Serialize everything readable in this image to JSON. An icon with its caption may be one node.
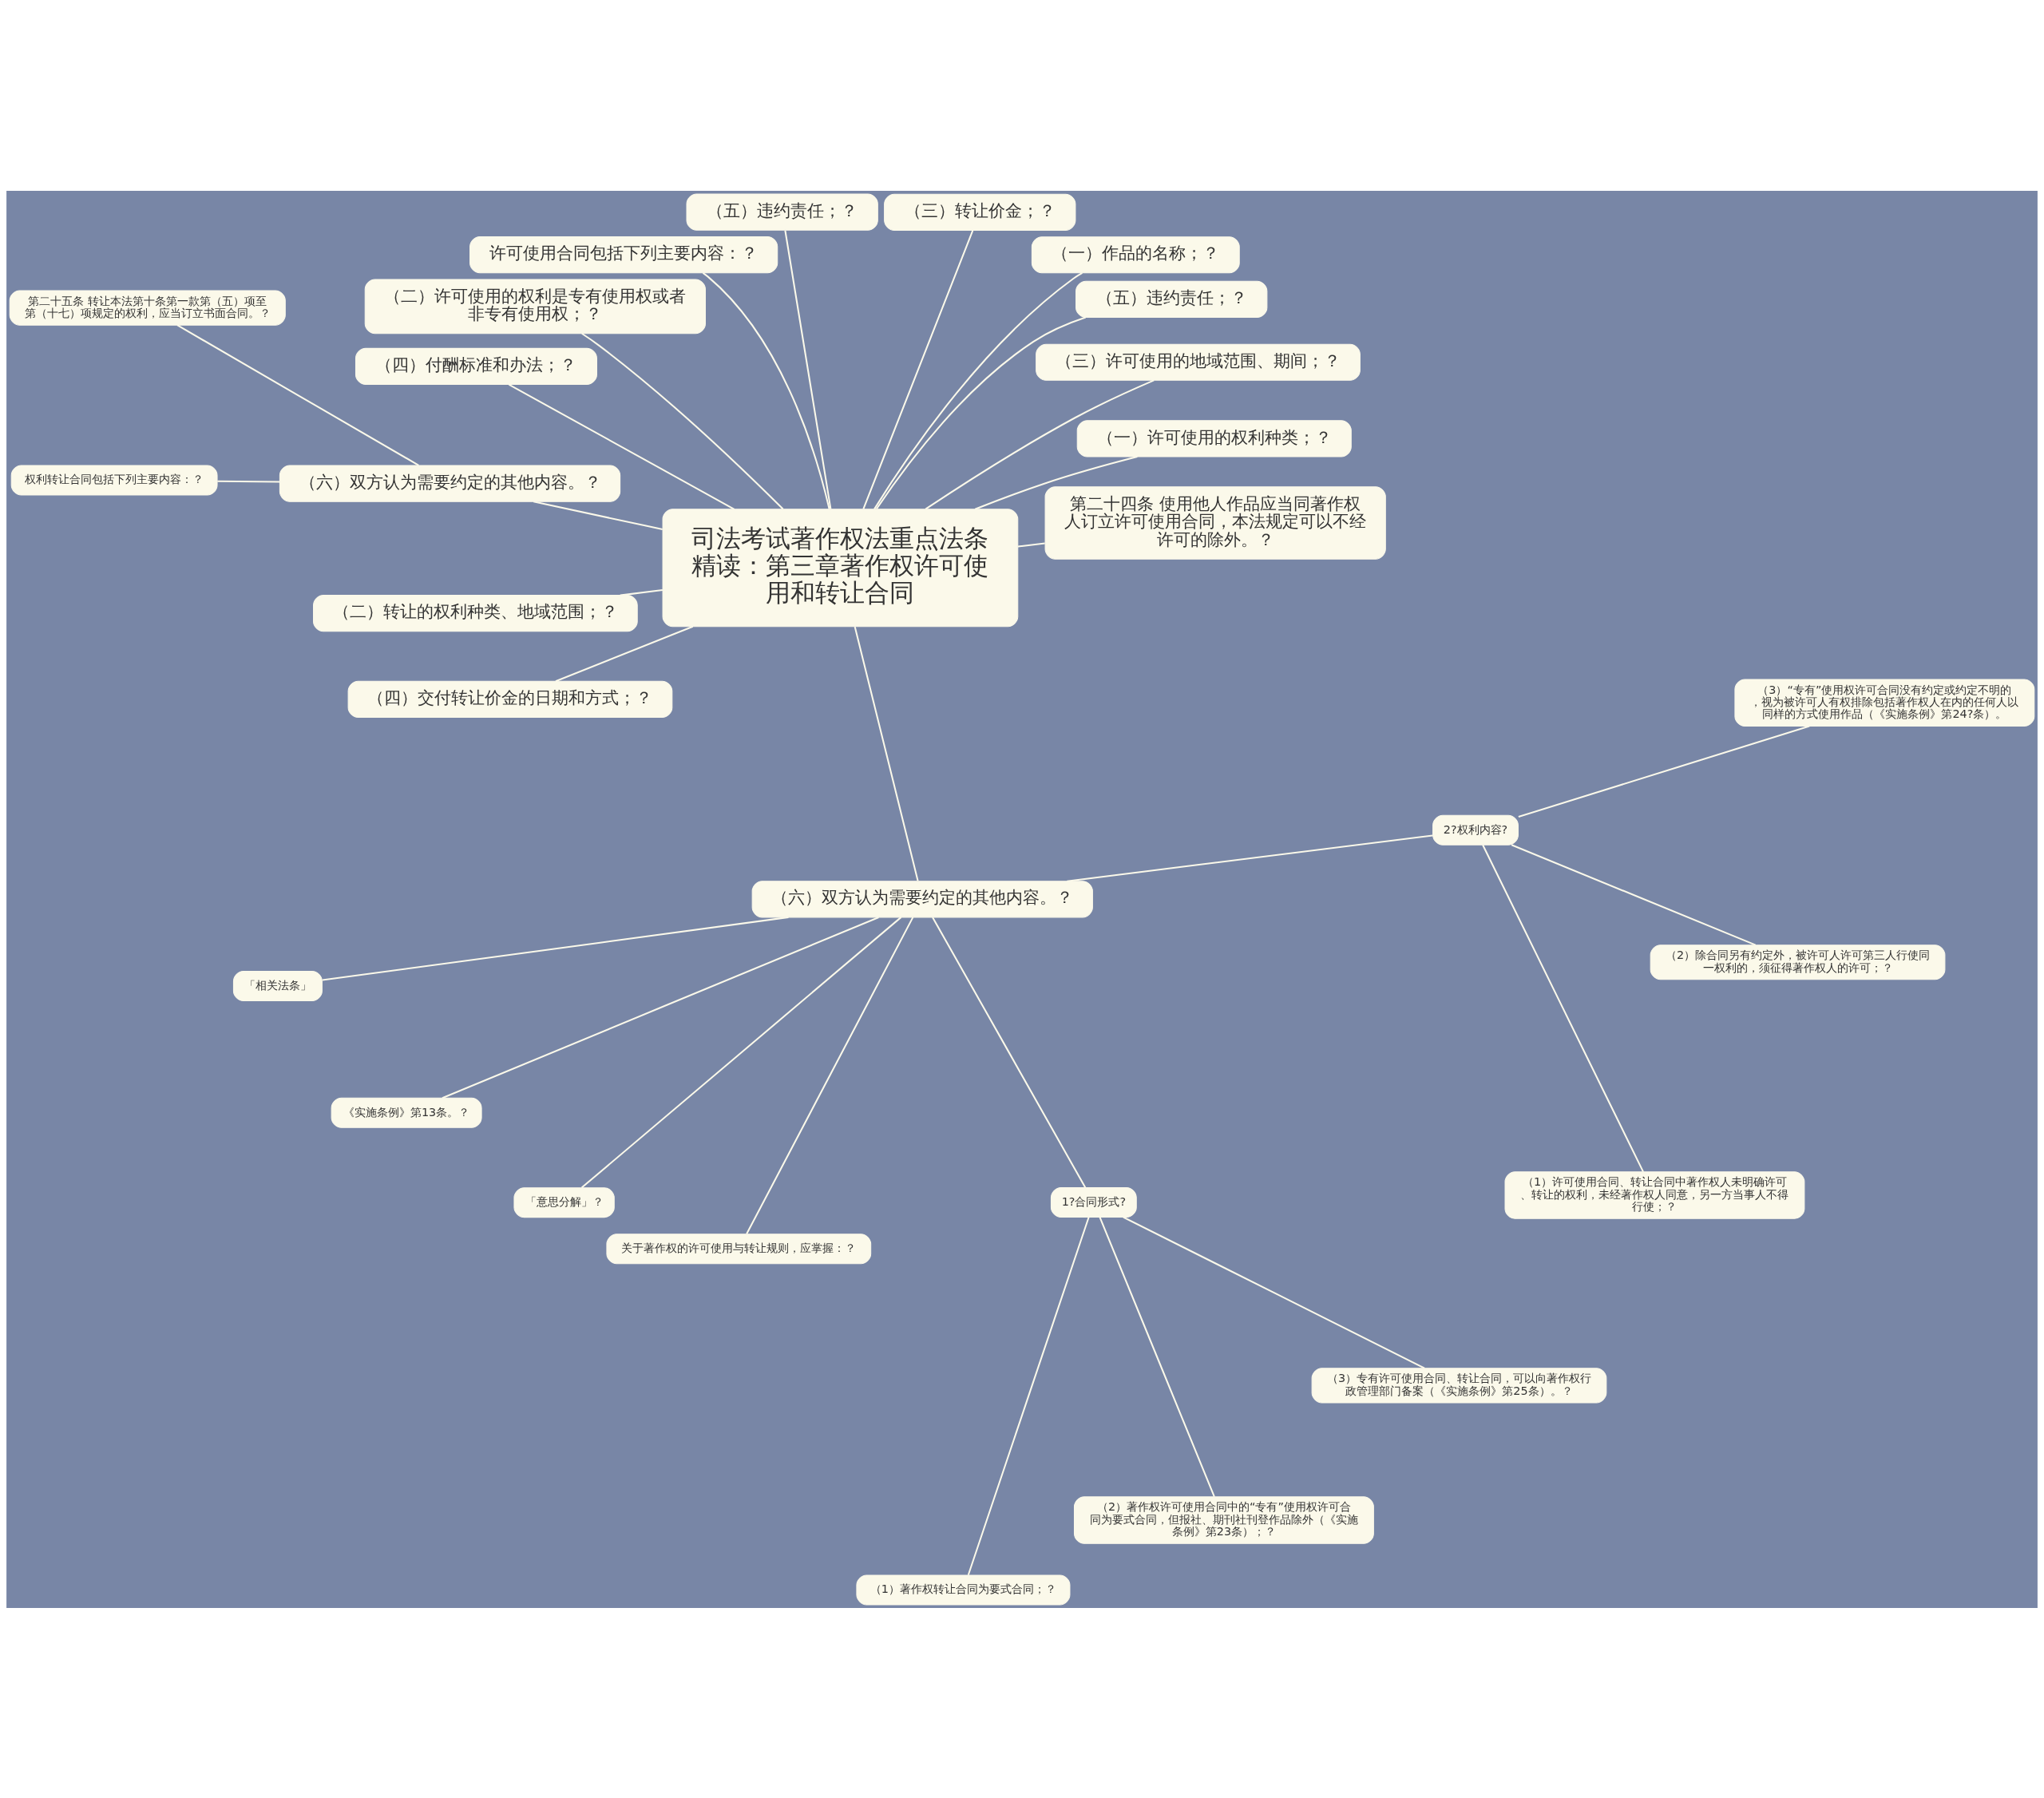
{
  "diagram": {
    "nodes": [
      {
        "text": [
          "司法考试著作权法重点法条精读：第三章著作权许可使用和转让合同"
        ]
      },
      {
        "text": [
          "第二十四条 使用他人作品应当同著作权人订立许可使用合同，本法规定可以不经许可的除外。？"
        ]
      },
      {
        "text": [
          "（一）许可使用的权利种类；？"
        ]
      },
      {
        "text": [
          "（三）许可使用的地域范围、期间；？"
        ]
      },
      {
        "text": [
          "（五）违约责任；？"
        ]
      },
      {
        "text": [
          "（一）作品的名称；？"
        ]
      },
      {
        "text": [
          "（三）转让价金；？"
        ]
      },
      {
        "text": [
          "（五）违约责任；？"
        ]
      },
      {
        "text": [
          "许可使用合同包括下列主要内容：？"
        ]
      },
      {
        "text": [
          "（二）许可使用的权利是专有使用权或者非专有使用权；？"
        ]
      },
      {
        "text": [
          "（四）付酬标准和办法；？"
        ]
      },
      {
        "text": [
          "（六）双方认为需要约定的其他内容。？"
        ]
      },
      {
        "text": [
          "第二十五条 转让本法第十条第一款第（五）项至第（十七）项规定的权利，应当订立书面合同。？"
        ]
      },
      {
        "text": [
          "权利转让合同包括下列主要内容：？"
        ]
      },
      {
        "text": [
          "（二）转让的权利种类、地域范围；？"
        ]
      },
      {
        "text": [
          "（四）交付转让价金的日期和方式；？"
        ]
      },
      {
        "text": [
          "（六）双方认为需要约定的其他内容。？"
        ]
      },
      {
        "text": [
          "「相关法条」"
        ]
      },
      {
        "text": [
          "《实施条例》第13条。？"
        ]
      },
      {
        "text": [
          "「意思分解」？"
        ]
      },
      {
        "text": [
          "关于著作权的许可使用与转让规则，应掌握：？"
        ]
      },
      {
        "text": [
          "1?合同形式?"
        ]
      },
      {
        "text": [
          "（1）著作权转让合同为要式合同；？"
        ]
      },
      {
        "text": [
          "（2）著作权许可使用合同中的“专有”使用权许可合同为要式合同，但报社、期刊社刊登作品除外（《实施条例》第23条）；？"
        ]
      },
      {
        "text": [
          "（3）专有许可使用合同、转让合同，可以向著作权行政管理部门备案（《实施条例》第25条）。？"
        ]
      },
      {
        "text": [
          "2?权利内容?"
        ]
      },
      {
        "text": [
          "（1）许可使用合同、转让合同中著作权人未明确许可、转让的权利，未经著作权人同意，另一方当事人不得行使；？"
        ]
      },
      {
        "text": [
          "（2）除合同另有约定外，被许可人许可第三人行使同一权利的，须征得著作权人的许可；？"
        ]
      },
      {
        "text": [
          "（3）“专有”使用权许可合同没有约定或约定不明的，视为被许可人有权排除包括著作权人在内的任何人以同样的方式使用作品（《实施条例》第24?条）。"
        ]
      }
    ],
    "edges": [
      {
        "from": 0,
        "to": 1,
        "arrow": "none"
      },
      {
        "from": 0,
        "to": 2,
        "arrow": "none"
      },
      {
        "from": 0,
        "to": 3,
        "arrow": "none"
      },
      {
        "from": 0,
        "to": 4,
        "arrow": "none"
      },
      {
        "from": 0,
        "to": 5,
        "arrow": "none"
      },
      {
        "from": 0,
        "to": 6,
        "arrow": "none"
      },
      {
        "from": 0,
        "to": 7,
        "arrow": "none"
      },
      {
        "from": 0,
        "to": 8,
        "arrow": "none"
      },
      {
        "from": 0,
        "to": 9,
        "arrow": "none"
      },
      {
        "from": 0,
        "to": 10,
        "arrow": "none"
      },
      {
        "from": 0,
        "to": 11,
        "arrow": "none"
      },
      {
        "from": 11,
        "to": 12,
        "arrow": "none"
      },
      {
        "from": 11,
        "to": 13,
        "arrow": "none"
      },
      {
        "from": 0,
        "to": 14,
        "arrow": "none"
      },
      {
        "from": 0,
        "to": 15,
        "arrow": "none"
      },
      {
        "from": 0,
        "to": 16,
        "arrow": "none"
      },
      {
        "from": 16,
        "to": 17,
        "arrow": "none"
      },
      {
        "from": 16,
        "to": 18,
        "arrow": "none"
      },
      {
        "from": 16,
        "to": 19,
        "arrow": "none"
      },
      {
        "from": 16,
        "to": 20,
        "arrow": "none"
      },
      {
        "from": 16,
        "to": 21,
        "arrow": "none"
      },
      {
        "from": 21,
        "to": 22,
        "arrow": "none"
      },
      {
        "from": 21,
        "to": 23,
        "arrow": "none"
      },
      {
        "from": 21,
        "to": 24,
        "arrow": "none"
      },
      {
        "from": 16,
        "to": 25,
        "arrow": "none"
      },
      {
        "from": 25,
        "to": 26,
        "arrow": "none"
      },
      {
        "from": 25,
        "to": 27,
        "arrow": "none"
      },
      {
        "from": 25,
        "to": 28,
        "arrow": "none"
      }
    ]
  }
}
